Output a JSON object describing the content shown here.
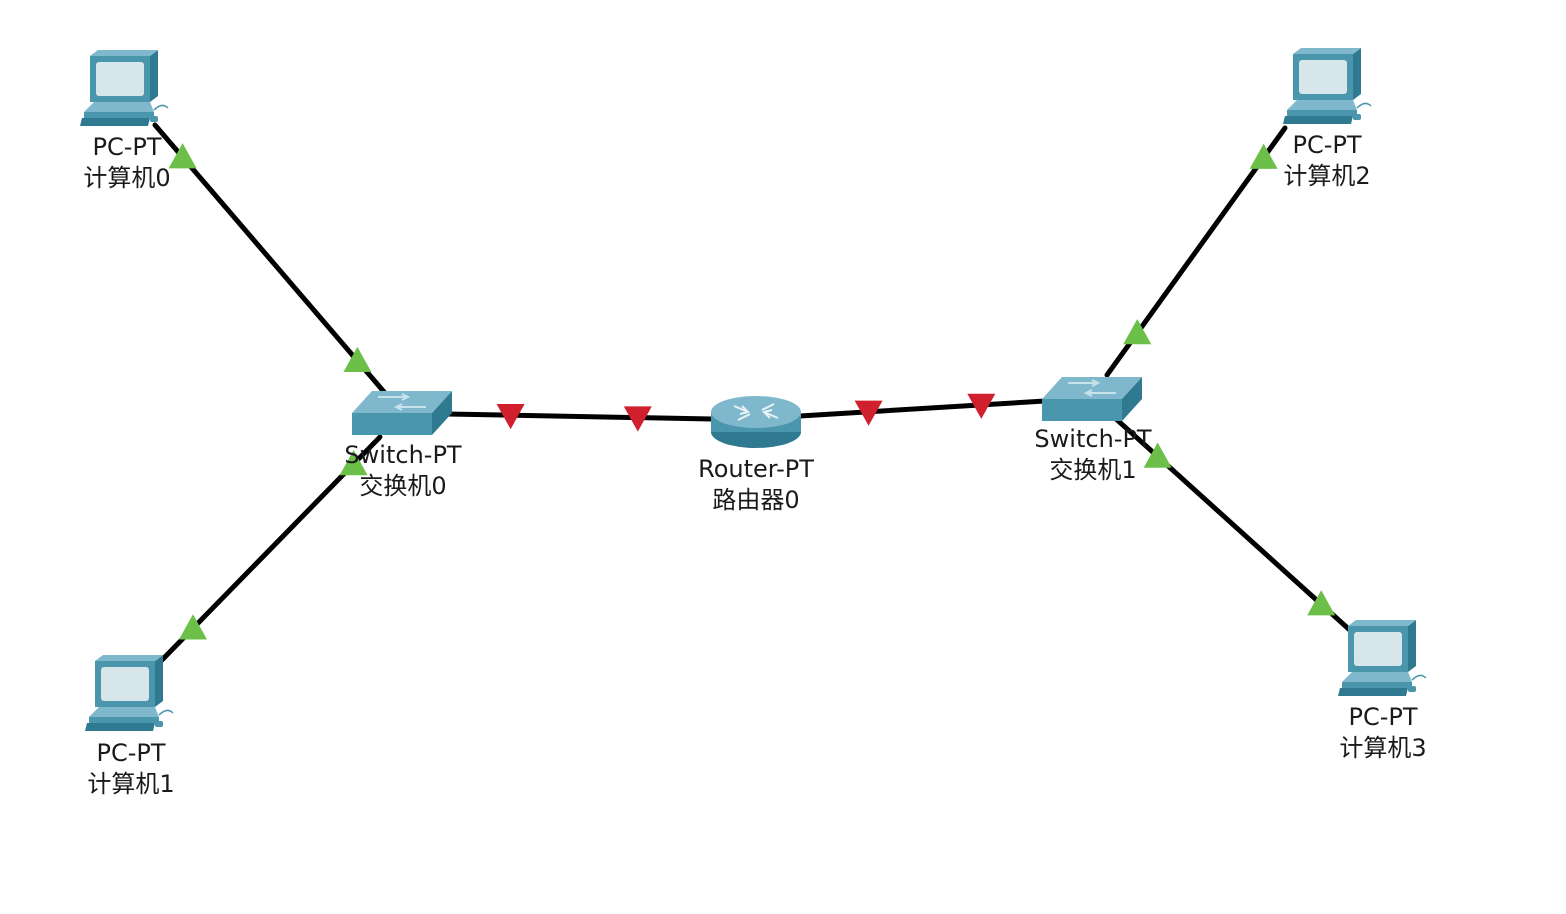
{
  "colors": {
    "link": "#000000",
    "link_up": "#6cc04a",
    "link_down": "#d0202e",
    "device_top": "#7fb8cc",
    "device_front": "#4a97ad",
    "device_side": "#2f7a90",
    "screen": "#d6e6ea"
  },
  "devices": [
    {
      "id": "pc0",
      "type": "pc-icon",
      "model": "PC-PT",
      "name": "计算机0"
    },
    {
      "id": "pc1",
      "type": "pc-icon",
      "model": "PC-PT",
      "name": "计算机1"
    },
    {
      "id": "pc2",
      "type": "pc-icon",
      "model": "PC-PT",
      "name": "计算机2"
    },
    {
      "id": "pc3",
      "type": "pc-icon",
      "model": "PC-PT",
      "name": "计算机3"
    },
    {
      "id": "sw0",
      "type": "switch-icon",
      "model": "Switch-PT",
      "name": "交换机0"
    },
    {
      "id": "sw1",
      "type": "switch-icon",
      "model": "Switch-PT",
      "name": "交换机1"
    },
    {
      "id": "r0",
      "type": "router-icon",
      "model": "Router-PT",
      "name": "路由器0"
    }
  ],
  "links": [
    {
      "from": "pc0",
      "to": "sw0",
      "from_status": "up",
      "to_status": "up"
    },
    {
      "from": "pc1",
      "to": "sw0",
      "from_status": "up",
      "to_status": "up"
    },
    {
      "from": "sw0",
      "to": "r0",
      "from_status": "down",
      "to_status": "down"
    },
    {
      "from": "r0",
      "to": "sw1",
      "from_status": "down",
      "to_status": "down"
    },
    {
      "from": "sw1",
      "to": "pc2",
      "from_status": "up",
      "to_status": "up"
    },
    {
      "from": "sw1",
      "to": "pc3",
      "from_status": "up",
      "to_status": "up"
    }
  ]
}
